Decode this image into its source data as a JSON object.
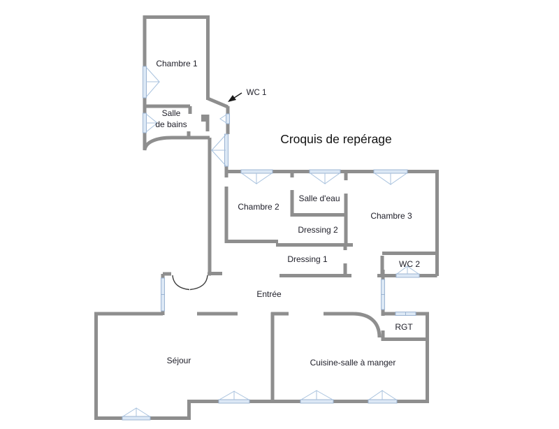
{
  "title": {
    "text": "Croquis de repérage"
  },
  "annotations": {
    "wc1_label": "WC 1"
  },
  "rooms": {
    "chambre_1": "Chambre 1",
    "salle_de_bains_line_1": "Salle",
    "salle_de_bains_line_2": "de bains",
    "chambre_2": "Chambre 2",
    "salle_d_eau": "Salle d'eau",
    "dressing_2": "Dressing 2",
    "chambre_3": "Chambre 3",
    "dressing_1": "Dressing 1",
    "wc_2": "WC 2",
    "entree": "Entrée",
    "rgt": "RGT",
    "sejour": "Séjour",
    "cuisine": "Cuisine-salle à manger"
  },
  "colors": {
    "wall": "#8e8e8e",
    "window_fill": "#dce8f5",
    "window_stroke": "#9cb4d2",
    "fan_stroke": "#a8c2de",
    "label": "#20202a",
    "title": "#111111",
    "door_arc": "#3a3a3a",
    "bg": "#ffffff"
  }
}
